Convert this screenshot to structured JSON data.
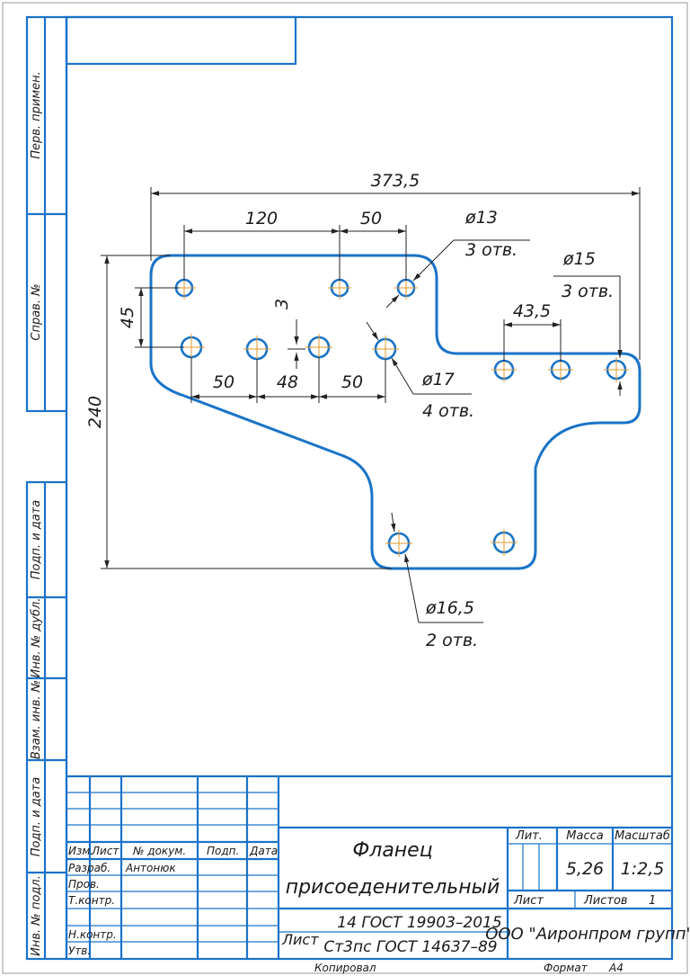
{
  "side_labels": {
    "perv_primen": "Перв. примен.",
    "sprav_no": "Справ. №",
    "podp_data_top": "Подп. и дата",
    "inv_dubl": "Инв. № дубл.",
    "vzam_inv": "Взам. инв. №",
    "podp_data_bottom": "Подп. и дата",
    "inv_podl": "Инв. № подл."
  },
  "dimensions": {
    "overall_width": "373,5",
    "d120": "120",
    "d50_top": "50",
    "hole13": "ø13",
    "hole13_count": "3 отв.",
    "hole15": "ø15",
    "hole15_count": "3 отв.",
    "d45": "45",
    "d3": "3",
    "d43_5": "43,5",
    "d240": "240",
    "d50_left": "50",
    "d48": "48",
    "d50_mid": "50",
    "hole17": "ø17",
    "hole17_count": "4 отв.",
    "hole16_5": "ø16,5",
    "hole16_5_count": "2 отв."
  },
  "title_block": {
    "headers": {
      "izm": "Изм.",
      "list": "Лист",
      "doc_no": "№ докум.",
      "podp": "Подп.",
      "data": "Дата"
    },
    "roles": {
      "razrab": "Разраб.",
      "prov": "Пров.",
      "tkontr": "Т.контр.",
      "nkontr": "Н.контр.",
      "utv": "Утв."
    },
    "developer": "Антонюк",
    "title_line1": "Фланец",
    "title_line2": "присоеденительный",
    "lit_label": "Лит.",
    "mass_label": "Масса",
    "scale_label": "Масштаб",
    "mass": "5,26",
    "scale": "1:2,5",
    "sheet_label": "Лист",
    "sheets_label": "Листов",
    "sheets_count": "1",
    "material_line1": "14 ГОСТ 19903–2015",
    "material_prefix": "Лист",
    "material_line2": "Ст3пс ГОСТ 14637–89",
    "organization": "ООО \"Аиронпром групп\"",
    "copied": "Копировал",
    "format_label": "Формат",
    "format": "А4"
  }
}
